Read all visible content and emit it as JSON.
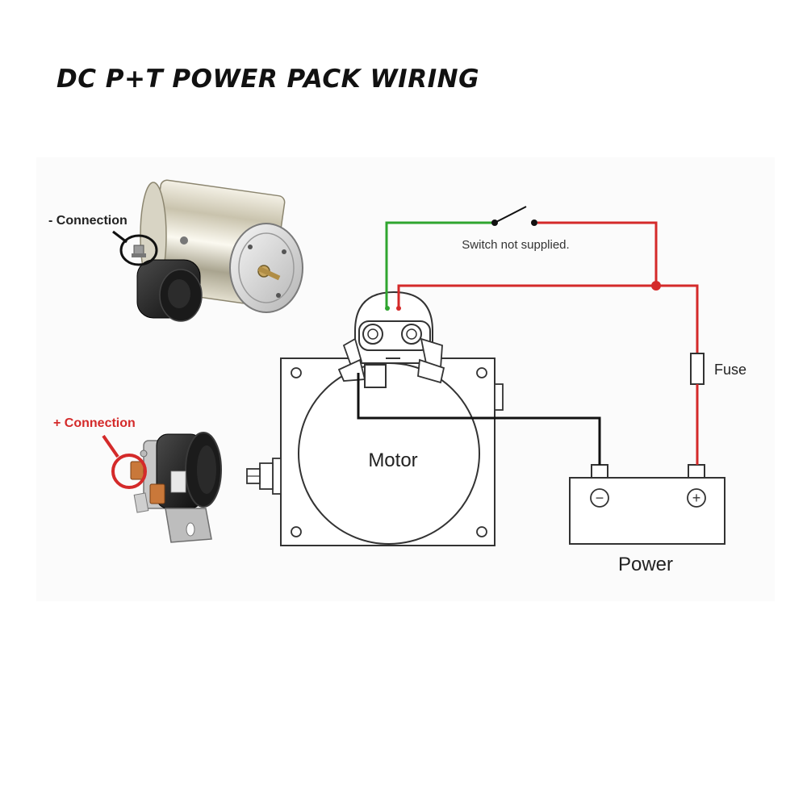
{
  "title": "DC P+T POWER PACK WIRING",
  "labels": {
    "negative_connection": "- Connection",
    "positive_connection": "+ Connection",
    "switch_note": "Switch not supplied.",
    "fuse": "Fuse",
    "motor": "Motor",
    "power": "Power",
    "battery_negative": "−",
    "battery_positive": "+"
  },
  "colors": {
    "wire_red": "#d42a2a",
    "wire_green": "#2fa52f",
    "wire_black": "#111111",
    "callout_red": "#d42a2a",
    "outline": "#333333"
  },
  "icons": {
    "motor_photo": "motor-illustration",
    "solenoid_photo": "solenoid-illustration",
    "switch": "switch-symbol",
    "fuse": "fuse-symbol",
    "battery": "battery-symbol"
  }
}
